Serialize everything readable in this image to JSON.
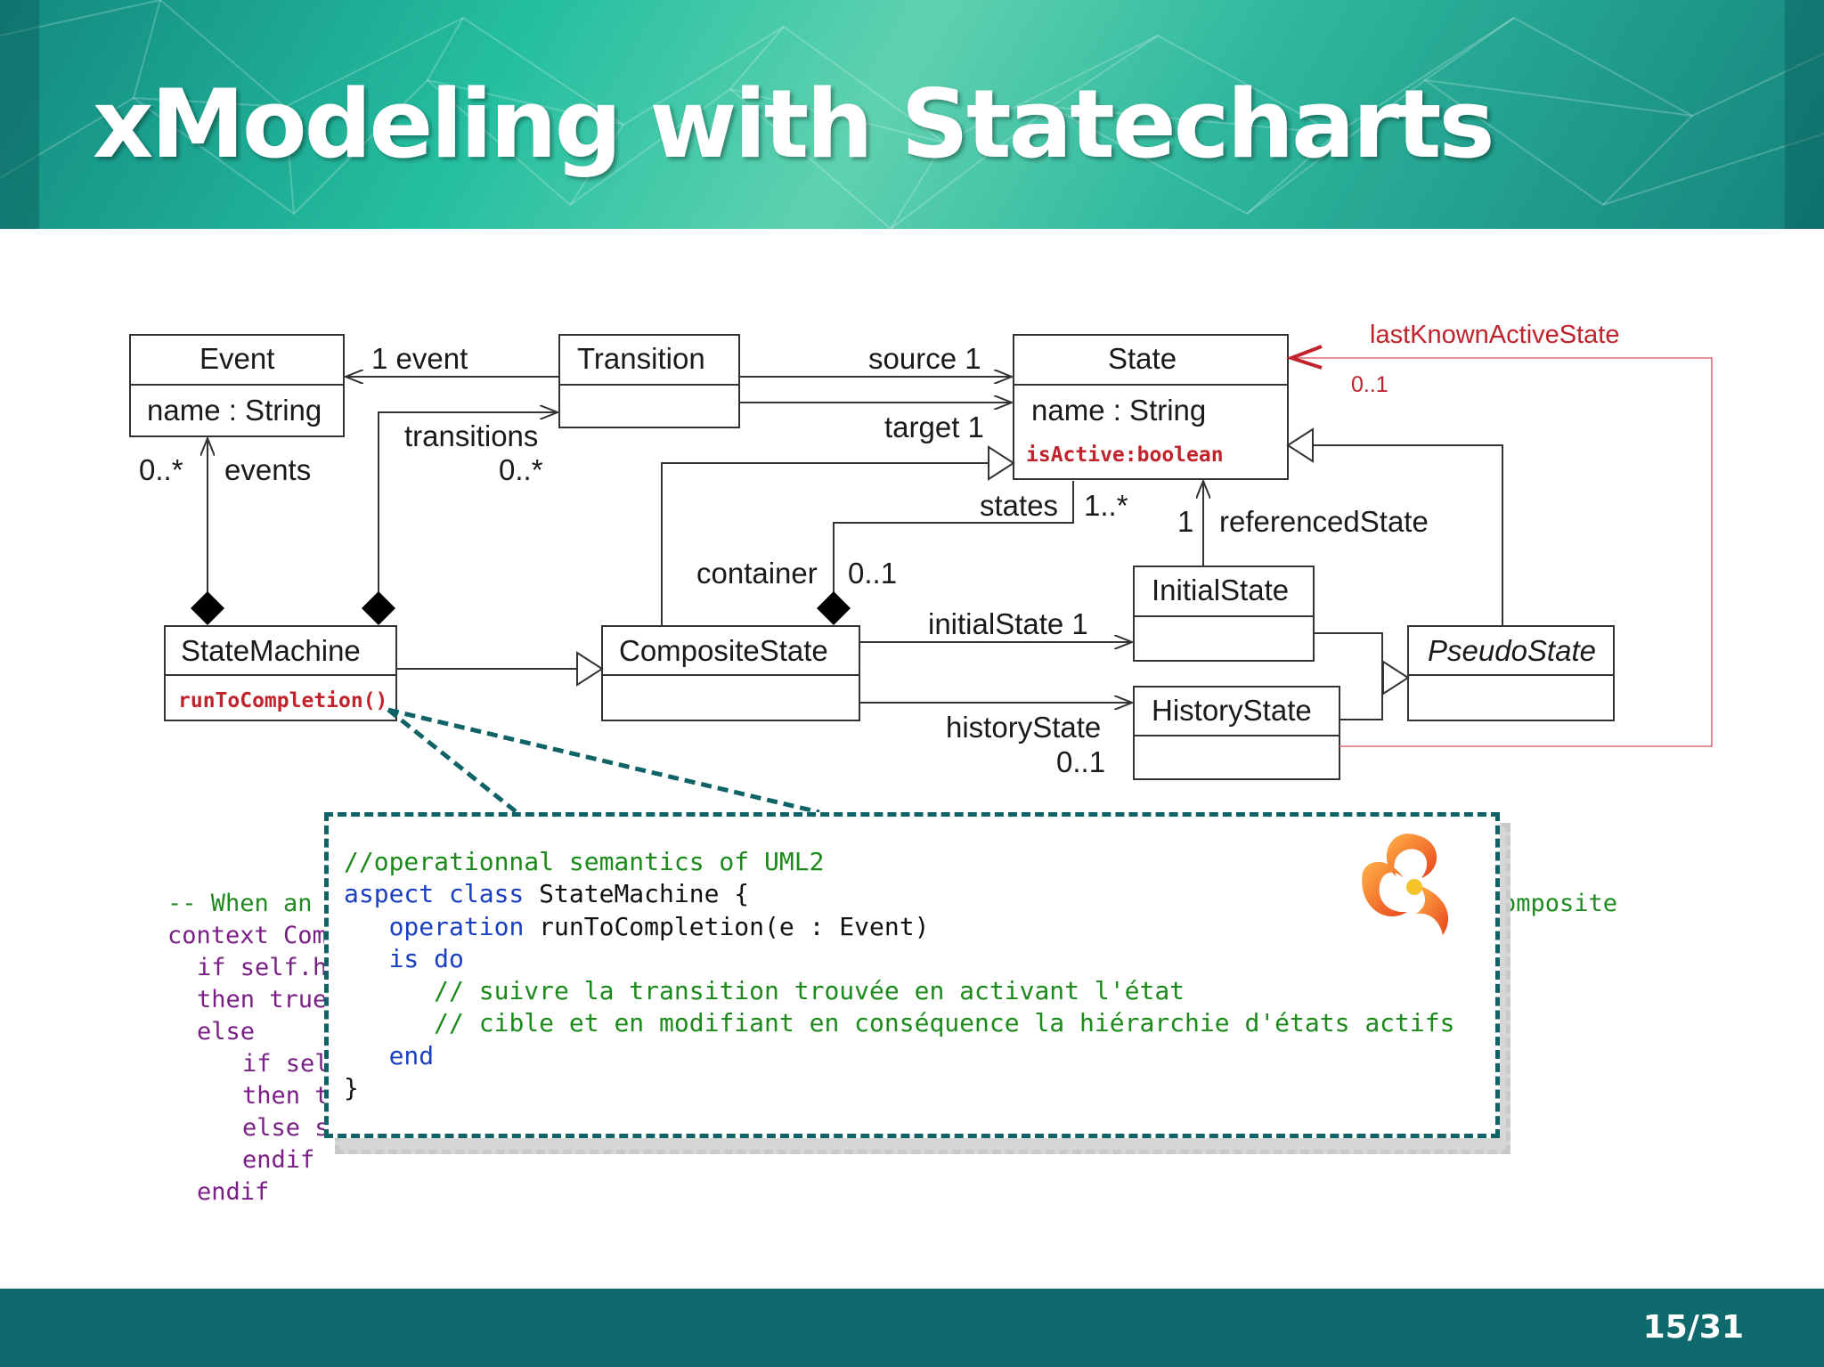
{
  "slide": {
    "title": "xModeling with Statecharts",
    "page_number": "15/31"
  },
  "diagram": {
    "classes": {
      "event": {
        "name": "Event",
        "attribute": "name : String"
      },
      "transition": {
        "name": "Transition"
      },
      "state": {
        "name": "State",
        "attribute": "name : String",
        "added_attribute": "isActive:boolean"
      },
      "state_machine": {
        "name": "StateMachine",
        "operation": "runToCompletion()"
      },
      "composite_state": {
        "name": "CompositeState"
      },
      "initial_state": {
        "name": "InitialState"
      },
      "history_state": {
        "name": "HistoryState"
      },
      "pseudo_state": {
        "name": "PseudoState"
      }
    },
    "roles": {
      "one_event": "1 event",
      "source": "source 1",
      "target": "target 1",
      "transitions": "transitions",
      "transitions_mult": "0..*",
      "events_mult": "0..*",
      "events": "events",
      "states": "states",
      "states_mult": "1..*",
      "referenced_mult": "1",
      "referenced_state": "referencedState",
      "container": "container",
      "container_mult": "0..1",
      "initial_state": "initialState  1",
      "history_state": "historyState",
      "history_mult": "0..1",
      "last_known": "lastKnownActiveState",
      "last_known_mult": "0..1"
    }
  },
  "ocl": {
    "lines": [
      "-- When an",
      "context Com",
      "if self.h",
      "then true",
      "else",
      "if sel",
      "then t",
      "else s",
      "endif",
      "endif"
    ],
    "right_fragment": "omposite"
  },
  "popup": {
    "lines": [
      "//operationnal semantics of UML2",
      "aspect class StateMachine {",
      "operation runToCompletion(e : Event)",
      "is do",
      "// suivre la transition trouvée en activant l'état",
      "// cible et en modifiant en conséquence la hiérarchie d'états actifs",
      "end",
      "}"
    ],
    "logo": "kermeta-logo"
  },
  "colors": {
    "header_teal": "#1fa58f",
    "footer_teal": "#0f6a6d",
    "highlight_red": "#c0232b",
    "dashed_border": "#0f6366"
  }
}
